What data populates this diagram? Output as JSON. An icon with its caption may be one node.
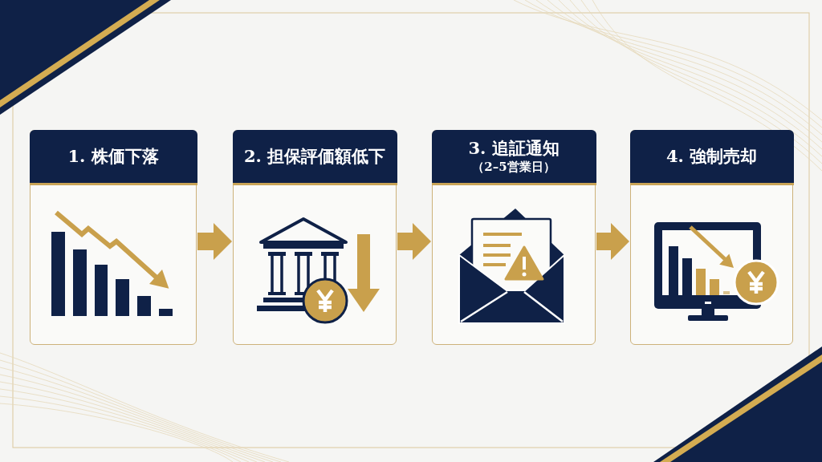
{
  "diagram": {
    "nodes": [
      {
        "text": [
          "1. 株価下落"
        ]
      },
      {
        "text": [
          "2. 担保評価額低下"
        ]
      },
      {
        "text": [
          "3. 追証通知",
          "（2–5営業日）"
        ]
      },
      {
        "text": [
          "4. 強制売却"
        ]
      }
    ],
    "edges": [
      {
        "from": 0,
        "to": 1,
        "arrow": "to"
      },
      {
        "from": 1,
        "to": 2,
        "arrow": "to"
      },
      {
        "from": 2,
        "to": 3,
        "arrow": "to"
      }
    ]
  }
}
